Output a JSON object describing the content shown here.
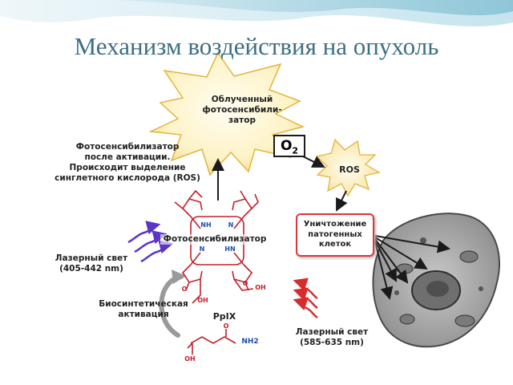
{
  "title": "Механизм воздействия на опухоль",
  "irradiated_ps": [
    "Облученный",
    "фотосенсибили-",
    "затор"
  ],
  "oxygen": "O",
  "oxygen_sub": "2",
  "ros": "ROS",
  "ps_after_activation": [
    "Фотосенсибилизатор",
    "после активации.",
    "Происходит выделение",
    "синглетного кислорода (ROS)"
  ],
  "destruction": [
    "Уничтожение",
    "патогенных",
    "клеток"
  ],
  "ps_label": "Фотосенсибилизатор",
  "laser_blue": [
    "Лазерный свет",
    "(405-442 nm)"
  ],
  "laser_red": [
    "Лазерный свет",
    "(585-635 nm)"
  ],
  "biosynthetic": [
    "Биосинтетическая",
    "активация"
  ],
  "ppix": "PpIX",
  "chem": {
    "nh": "NH",
    "n1": "N",
    "n2": "N",
    "hn": "HN",
    "o": "O",
    "oh": "OH",
    "nh2": "NH2"
  },
  "colors": {
    "title": "#3d6f83",
    "star_fill": "#fdf6d2",
    "star_stroke": "#e3b43c",
    "destruction_border": "#e0353a",
    "laser_blue": "#5b35c8",
    "laser_red": "#d62c2c",
    "molecule": "#c2202a"
  }
}
